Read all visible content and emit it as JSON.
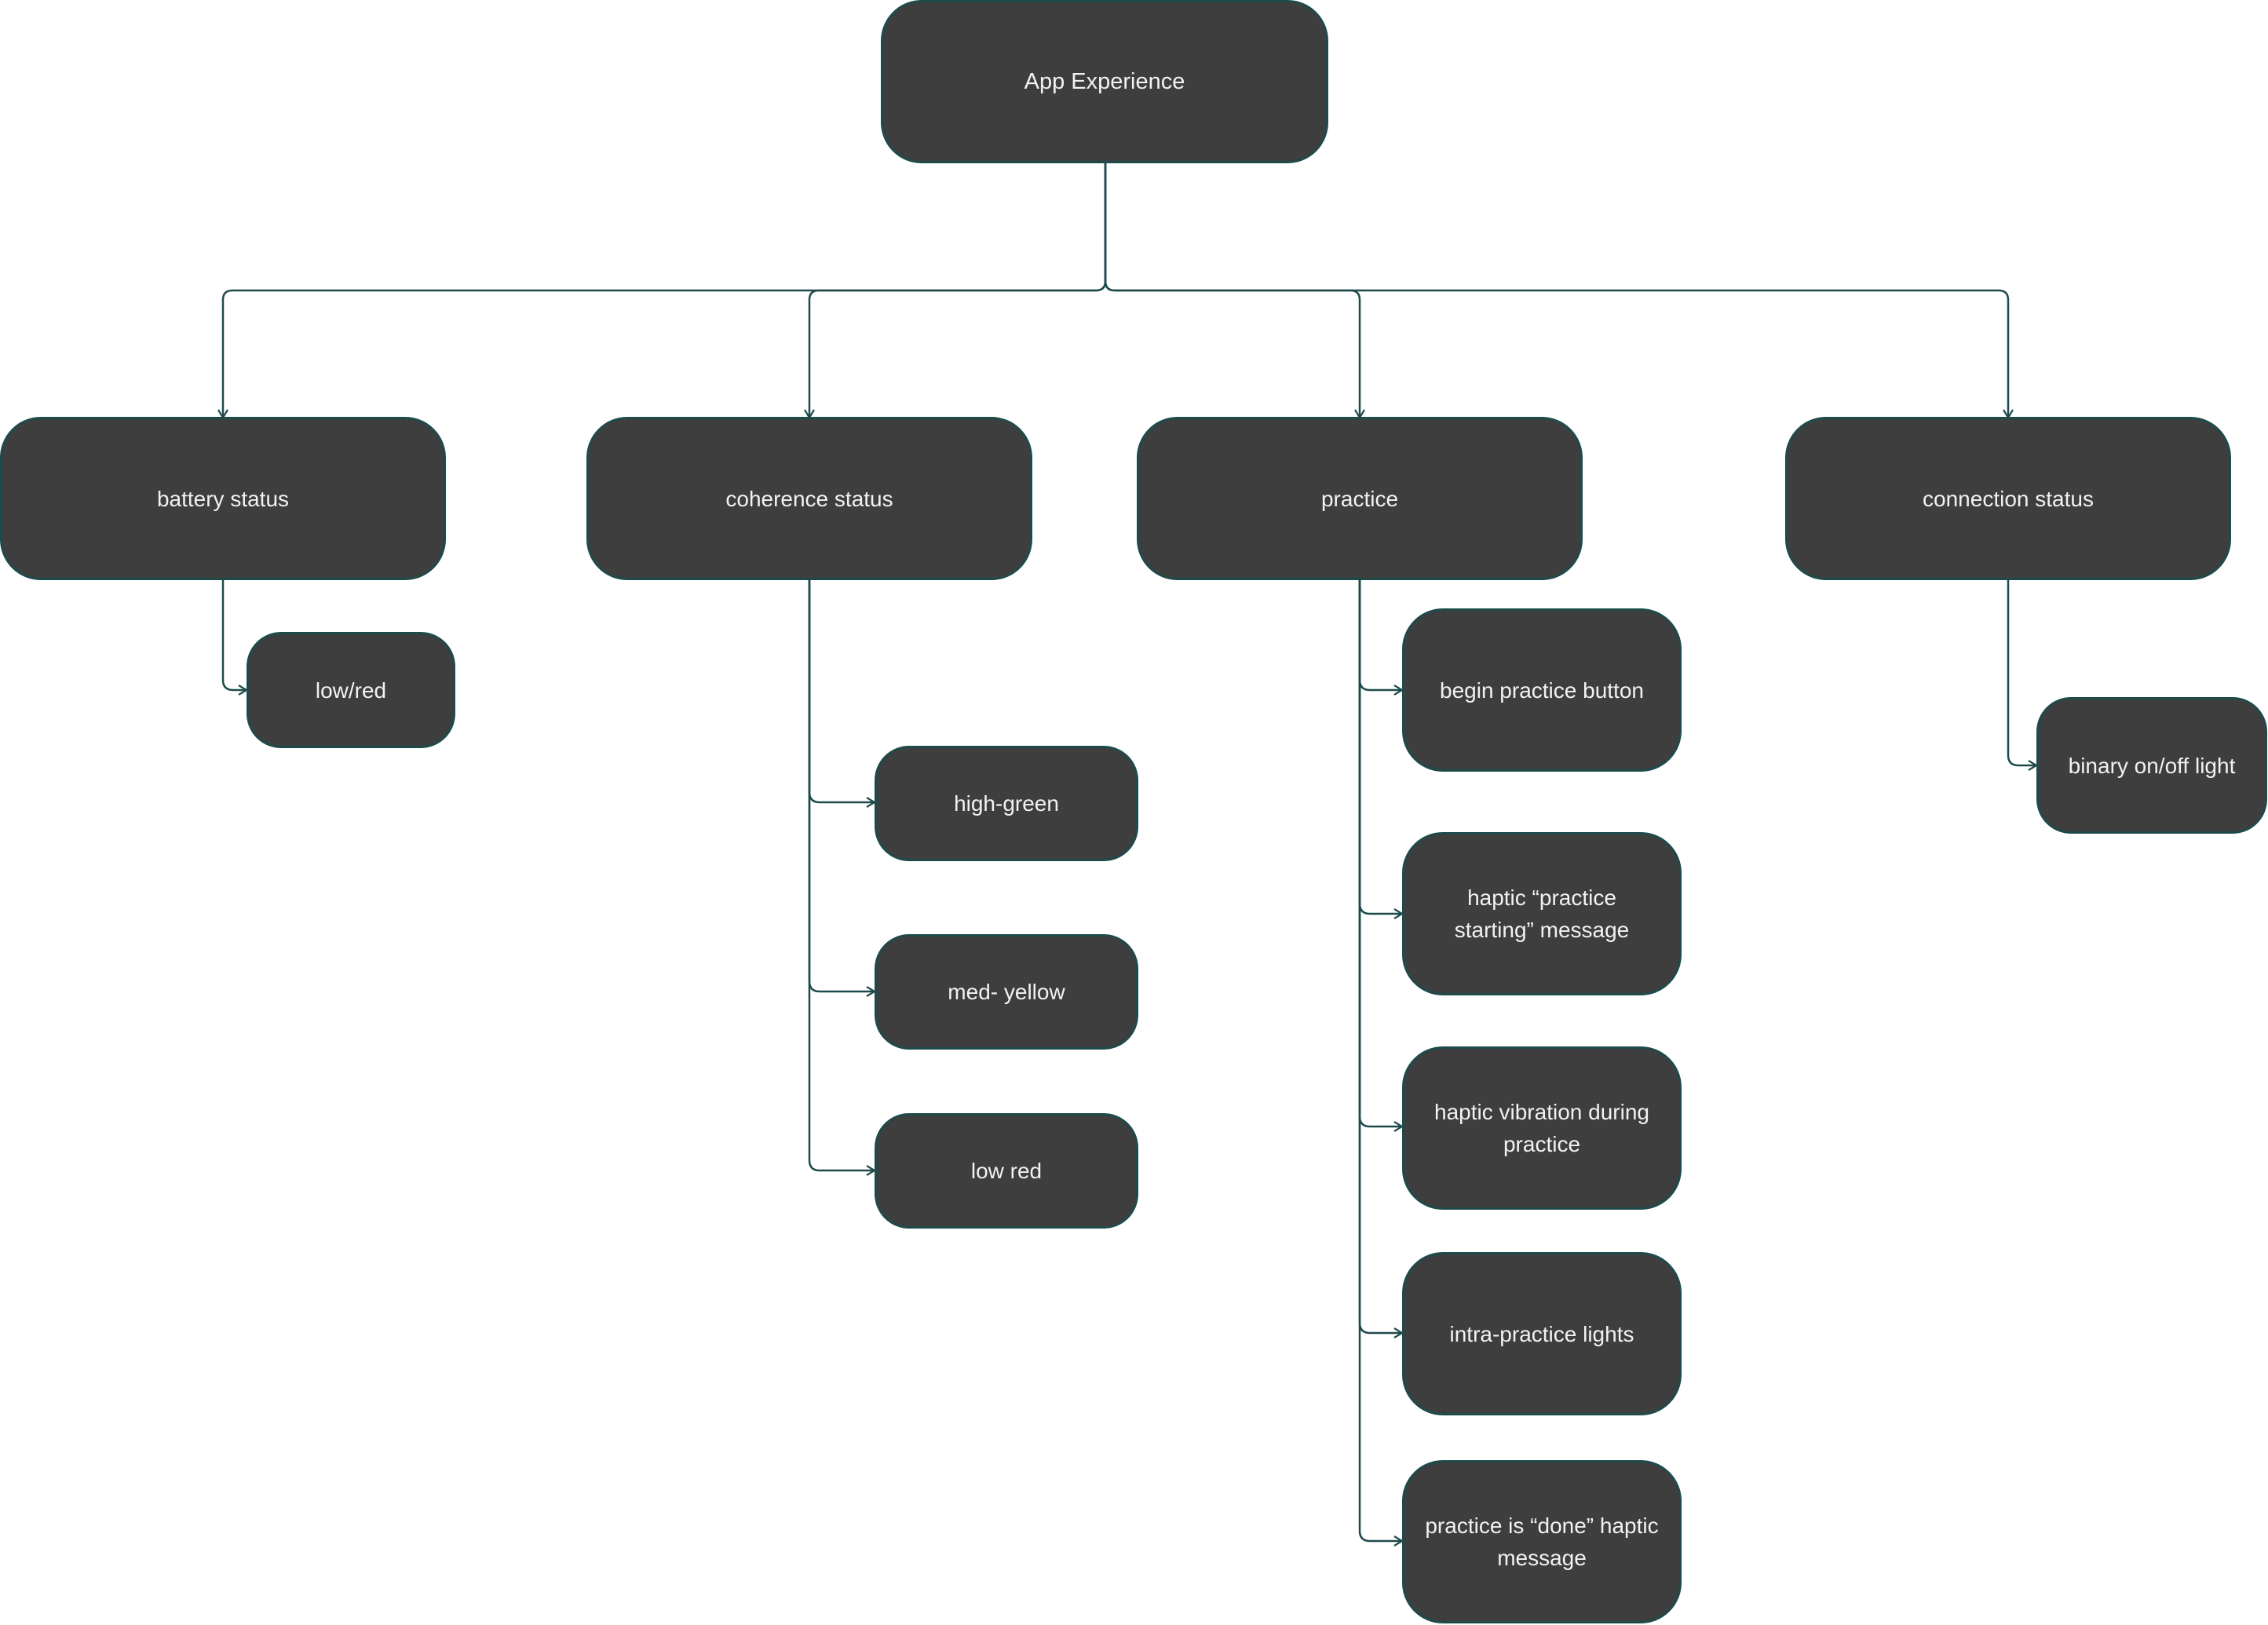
{
  "colors": {
    "node_fill": "#3e3e3e",
    "node_border": "#1f4a4c",
    "node_text": "#f2f2f2",
    "connector": "#1f4a4c",
    "background": "#ffffff"
  },
  "root": {
    "label": "App Experience"
  },
  "categories": [
    {
      "label": "battery status",
      "children": [
        "low/red"
      ]
    },
    {
      "label": "coherence status",
      "children": [
        "high-green",
        "med- yellow",
        "low red"
      ]
    },
    {
      "label": "practice",
      "children": [
        "begin practice button",
        "haptic “practice starting” message",
        "haptic vibration during practice",
        "intra-practice lights",
        "practice is “done” haptic message"
      ]
    },
    {
      "label": "connection status",
      "children": [
        "binary on/off light"
      ]
    }
  ]
}
